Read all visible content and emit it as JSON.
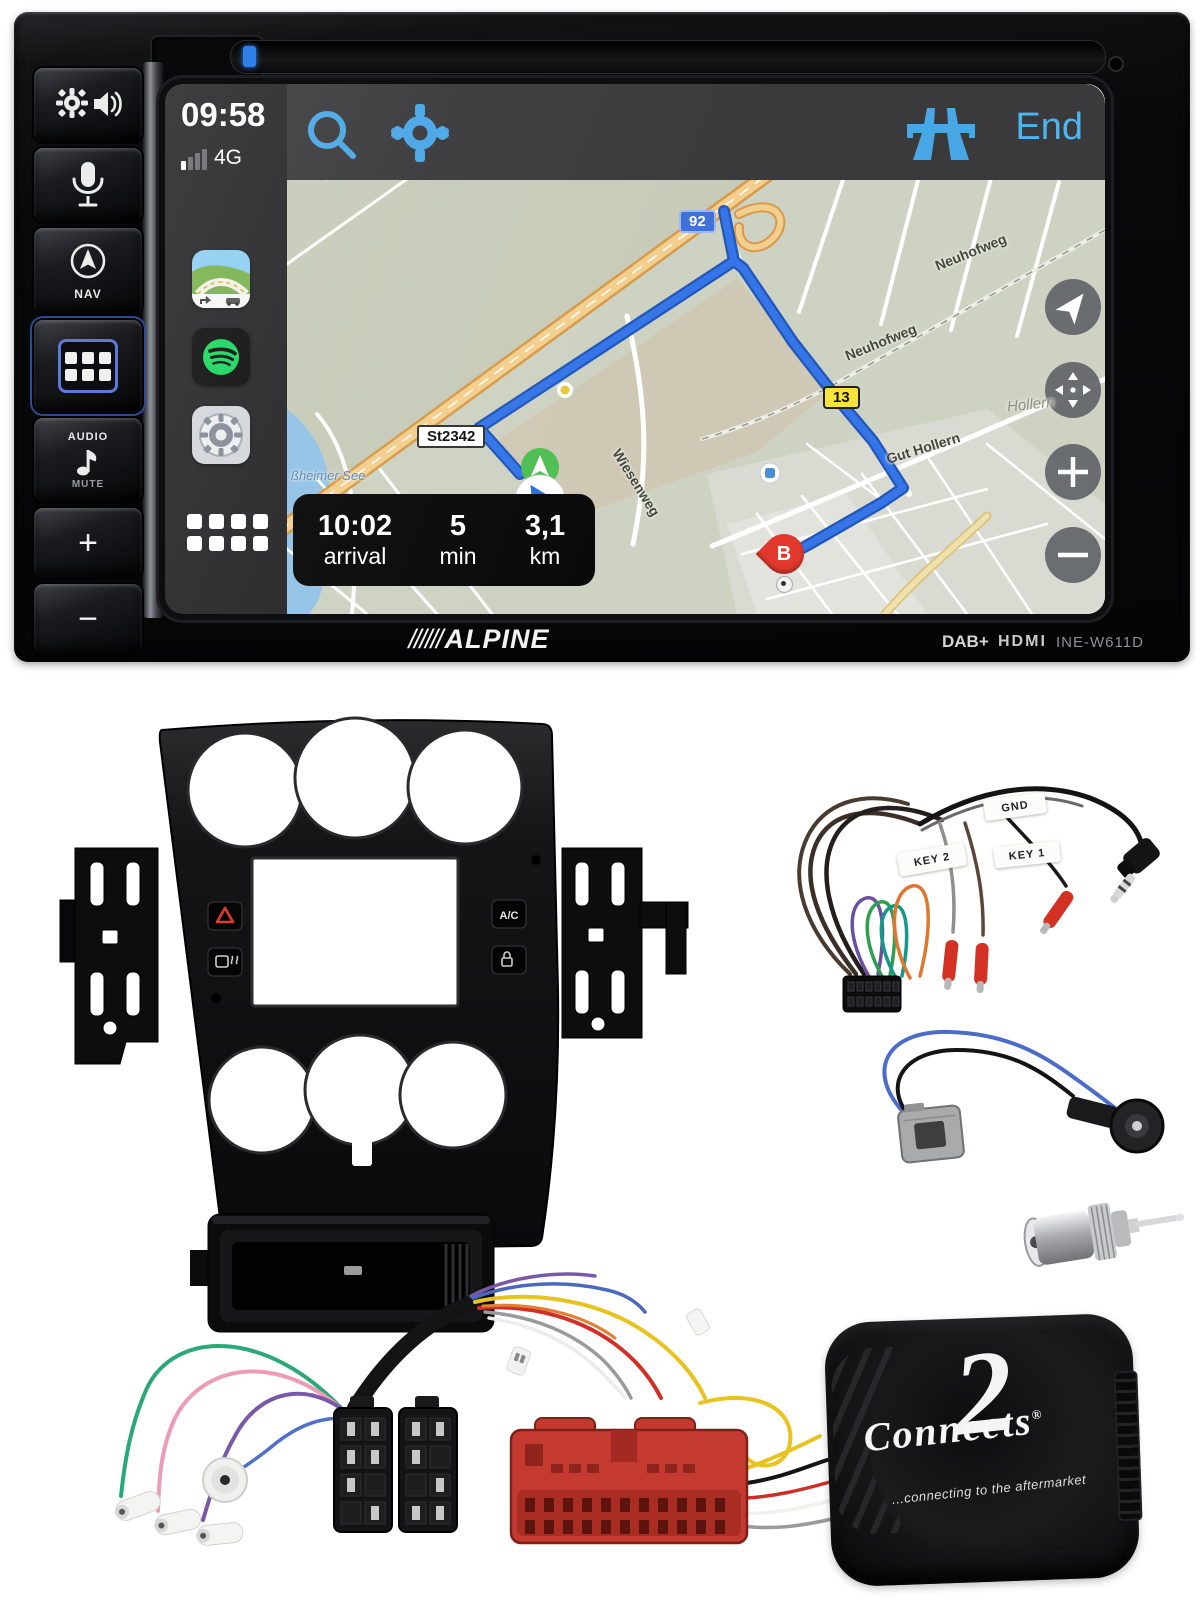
{
  "device": {
    "buttons": {
      "nav": "NAV",
      "audio": "AUDIO",
      "mute": "MUTE",
      "volume_up": "+",
      "volume_down": "−"
    },
    "branding": {
      "logo_prefix": "//////",
      "logo": "ALPINE",
      "badge_dab": "DAB+",
      "badge_hdmi": "HDMI",
      "model": "INE-W611D"
    },
    "carplay": {
      "time": "09:58",
      "network": "4G",
      "end_button": "End",
      "eta": {
        "arrival_time": "10:02",
        "arrival_label": "arrival",
        "duration_value": "5",
        "duration_label": "min",
        "distance_value": "3,1",
        "distance_label": "km"
      },
      "map": {
        "shield_motorway": "92",
        "shield_road": "13",
        "road_badge": "St2342",
        "street_neuhofweg": "Neuhofweg",
        "street_neuhofweg_2": "Neuhofweg",
        "street_wiesenweg": "Wiesenweg",
        "street_gut_hollern": "Gut Hollern",
        "place_hollern": "Hollern",
        "water_label": "ßheimer See",
        "destination_marker": "B"
      }
    }
  },
  "accessories": {
    "swc_lead": {
      "label_gnd": "GND",
      "label_key1": "KEY 1",
      "label_key2": "KEY 2"
    },
    "facia": {
      "ac_button": "A/C"
    },
    "interface_box": {
      "brand_script": "Connects",
      "brand_number": "2",
      "registered": "®",
      "tagline": "...connecting to the aftermarket"
    }
  },
  "colors": {
    "carplay_blue": "#4aa7e6",
    "end_blue": "#4db5ee",
    "route_blue": "#2f6fe0",
    "spotify_green": "#1ed760",
    "map_land": "#ced2c2",
    "water_blue": "#93c3e6",
    "motorway_orange": "#e8b366",
    "shield_blue": "#3f72d9",
    "shield_yellow": "#f6e33c",
    "destination_red": "#e2382e",
    "bullet_red": "#d43125",
    "mazda_connector_red": "#c43a30"
  },
  "icons": {
    "display_volume_button": "gear+speaker",
    "voice_button": "microphone",
    "nav_button": "arrow-circle",
    "home_button": "app-grid",
    "audio_button": "music-note",
    "search": "magnifier",
    "settings": "gear",
    "motorway": "autobahn-bridge",
    "locate": "navigation-arrow",
    "pan": "four-way-arrows",
    "zoom_in": "plus",
    "zoom_out": "minus"
  }
}
